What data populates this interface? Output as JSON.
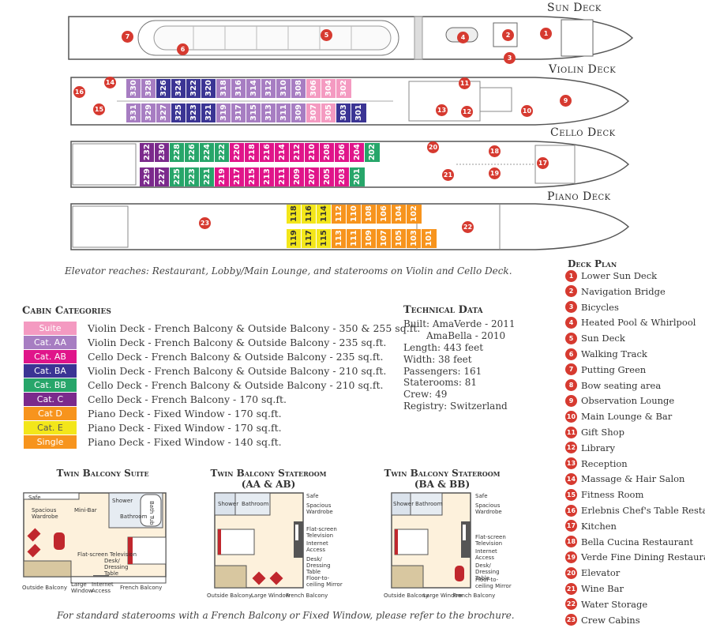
{
  "decks": {
    "sun": "Sun Deck",
    "violin": "Violin Deck",
    "cello": "Cello Deck",
    "piano": "Piano Deck"
  },
  "elevator_note": "Elevator reaches: Restaurant, Lobby/Main Lounge, and staterooms on Violin and Cello Deck.",
  "colors": {
    "suite": "#f49ac1",
    "aa": "#a77dc2",
    "ab": "#e0158a",
    "ba": "#3b3494",
    "bb": "#27a66a",
    "c": "#7b2a8c",
    "d": "#f7941d",
    "e": "#f3e61a",
    "single": "#f7941d",
    "marker": "#d63a30"
  },
  "violin_cabins_top": [
    {
      "n": "330",
      "c": "aa"
    },
    {
      "n": "328",
      "c": "aa"
    },
    {
      "n": "326",
      "c": "ba"
    },
    {
      "n": "324",
      "c": "ba"
    },
    {
      "n": "322",
      "c": "ba"
    },
    {
      "n": "320",
      "c": "ba"
    },
    {
      "n": "318",
      "c": "aa"
    },
    {
      "n": "316",
      "c": "aa"
    },
    {
      "n": "314",
      "c": "aa"
    },
    {
      "n": "312",
      "c": "aa"
    },
    {
      "n": "310",
      "c": "aa"
    },
    {
      "n": "308",
      "c": "aa"
    },
    {
      "n": "306",
      "c": "suite"
    },
    {
      "n": "304",
      "c": "suite"
    },
    {
      "n": "302",
      "c": "suite"
    }
  ],
  "violin_cabins_bottom": [
    {
      "n": "331",
      "c": "aa"
    },
    {
      "n": "329",
      "c": "aa"
    },
    {
      "n": "327",
      "c": "aa"
    },
    {
      "n": "325",
      "c": "ba"
    },
    {
      "n": "323",
      "c": "ba"
    },
    {
      "n": "321",
      "c": "ba"
    },
    {
      "n": "319",
      "c": "aa"
    },
    {
      "n": "317",
      "c": "aa"
    },
    {
      "n": "315",
      "c": "aa"
    },
    {
      "n": "313",
      "c": "aa"
    },
    {
      "n": "311",
      "c": "aa"
    },
    {
      "n": "309",
      "c": "aa"
    },
    {
      "n": "307",
      "c": "suite"
    },
    {
      "n": "305",
      "c": "suite"
    },
    {
      "n": "303",
      "c": "ba"
    },
    {
      "n": "301",
      "c": "ba"
    }
  ],
  "cello_cabins_top": [
    {
      "n": "232",
      "c": "c"
    },
    {
      "n": "230",
      "c": "c"
    },
    {
      "n": "228",
      "c": "bb"
    },
    {
      "n": "226",
      "c": "bb"
    },
    {
      "n": "224",
      "c": "bb"
    },
    {
      "n": "222",
      "c": "bb"
    },
    {
      "n": "220",
      "c": "ab"
    },
    {
      "n": "218",
      "c": "ab"
    },
    {
      "n": "216",
      "c": "ab"
    },
    {
      "n": "214",
      "c": "ab"
    },
    {
      "n": "212",
      "c": "ab"
    },
    {
      "n": "210",
      "c": "ab"
    },
    {
      "n": "208",
      "c": "ab"
    },
    {
      "n": "206",
      "c": "ab"
    },
    {
      "n": "204",
      "c": "ab"
    },
    {
      "n": "202",
      "c": "bb"
    }
  ],
  "cello_cabins_bottom": [
    {
      "n": "229",
      "c": "c"
    },
    {
      "n": "227",
      "c": "c"
    },
    {
      "n": "225",
      "c": "bb"
    },
    {
      "n": "223",
      "c": "bb"
    },
    {
      "n": "221",
      "c": "bb"
    },
    {
      "n": "219",
      "c": "ab"
    },
    {
      "n": "217",
      "c": "ab"
    },
    {
      "n": "215",
      "c": "ab"
    },
    {
      "n": "213",
      "c": "ab"
    },
    {
      "n": "211",
      "c": "ab"
    },
    {
      "n": "209",
      "c": "ab"
    },
    {
      "n": "207",
      "c": "ab"
    },
    {
      "n": "205",
      "c": "ab"
    },
    {
      "n": "203",
      "c": "ab"
    },
    {
      "n": "201",
      "c": "bb"
    }
  ],
  "piano_cabins_top": [
    {
      "n": "118",
      "c": "e"
    },
    {
      "n": "116",
      "c": "e"
    },
    {
      "n": "114",
      "c": "e"
    },
    {
      "n": "112",
      "c": "d"
    },
    {
      "n": "110",
      "c": "d"
    },
    {
      "n": "108",
      "c": "d"
    },
    {
      "n": "106",
      "c": "d"
    },
    {
      "n": "104",
      "c": "d"
    },
    {
      "n": "102",
      "c": "d"
    }
  ],
  "piano_cabins_bottom": [
    {
      "n": "119",
      "c": "e"
    },
    {
      "n": "117",
      "c": "e"
    },
    {
      "n": "115",
      "c": "e"
    },
    {
      "n": "113",
      "c": "d"
    },
    {
      "n": "111",
      "c": "d"
    },
    {
      "n": "109",
      "c": "d"
    },
    {
      "n": "107",
      "c": "d"
    },
    {
      "n": "105",
      "c": "d"
    },
    {
      "n": "103",
      "c": "d"
    },
    {
      "n": "101",
      "c": "d"
    }
  ],
  "cabin_categories": {
    "title": "Cabin Categories",
    "items": [
      {
        "label": "Suite",
        "c": "suite",
        "desc": "Violin Deck - French Balcony & Outside Balcony - 350 & 255 sq.ft."
      },
      {
        "label": "Cat. AA",
        "c": "aa",
        "desc": "Violin Deck - French Balcony & Outside Balcony - 235 sq.ft."
      },
      {
        "label": "Cat. AB",
        "c": "ab",
        "desc": "Cello Deck - French Balcony & Outside Balcony - 235 sq.ft."
      },
      {
        "label": "Cat. BA",
        "c": "ba",
        "desc": "Violin Deck - French Balcony & Outside Balcony - 210 sq.ft."
      },
      {
        "label": "Cat. BB",
        "c": "bb",
        "desc": "Cello Deck - French Balcony & Outside Balcony - 210 sq.ft."
      },
      {
        "label": "Cat. C",
        "c": "c",
        "desc": "Cello Deck - French Balcony - 170 sq.ft."
      },
      {
        "label": "Cat D",
        "c": "d",
        "desc": "Piano Deck - Fixed Window - 170 sq.ft."
      },
      {
        "label": "Cat. E",
        "c": "e",
        "desc": "Piano Deck - Fixed Window - 170 sq.ft."
      },
      {
        "label": "Single",
        "c": "single",
        "desc": "Piano Deck - Fixed Window - 140 sq.ft."
      }
    ]
  },
  "technical": {
    "title": "Technical Data",
    "lines": [
      "Built: AmaVerde - 2011",
      "AmaBella - 2010",
      "Length: 443 feet",
      "Width: 38 feet",
      "Passengers: 161",
      "Staterooms: 81",
      "Crew: 49",
      "Registry: Switzerland"
    ]
  },
  "deck_plan": {
    "title": "Deck Plan",
    "items": [
      "Lower Sun Deck",
      "Navigation Bridge",
      "Bicycles",
      "Heated Pool & Whirlpool",
      "Sun Deck",
      "Walking Track",
      "Putting Green",
      "Bow seating area",
      "Observation Lounge",
      "Main Lounge & Bar",
      "Gift Shop",
      "Library",
      "Reception",
      "Massage & Hair Salon",
      "Fitness Room",
      "Erlebnis Chef's Table Restaurant",
      "Kitchen",
      "Bella Cucina Restaurant",
      "Verde Fine Dining Restaurant",
      "Elevator",
      "Wine Bar",
      "Water Storage",
      "Crew Cabins"
    ]
  },
  "floorplans": {
    "suite": {
      "title": "Twin Balcony Suite",
      "labels": [
        "Safe",
        "Spacious Wardrobe",
        "Mini-Bar",
        "Shower",
        "Bathroom",
        "Bath Tub",
        "Flat-screen Television",
        "Desk/ Dressing Table",
        "Outside Balcony",
        "Large Window",
        "Internet Access",
        "French Balcony"
      ]
    },
    "aaab": {
      "title1": "Twin Balcony Stateroom",
      "title2": "(AA & AB)",
      "labels": [
        "Shower",
        "Bathroom",
        "Safe",
        "Spacious Wardrobe",
        "Flat-screen Television",
        "Internet Access",
        "Desk/ Dressing Table",
        "Floor-to-ceiling Mirror",
        "Outside Balcony",
        "Large Window",
        "French Balcony"
      ]
    },
    "babb": {
      "title1": "Twin Balcony Stateroom",
      "title2": "(BA & BB)",
      "labels": [
        "Shower",
        "Bathroom",
        "Safe",
        "Spacious Wardrobe",
        "Flat-screen Television",
        "Internet Access",
        "Desk/ Dressing Table",
        "Floor-to-ceiling Mirror",
        "Outside Balcony",
        "Large Window",
        "French Balcony"
      ]
    }
  },
  "bottom_note": "For standard staterooms with a French Balcony or Fixed Window, please refer to the brochure.",
  "markers": {
    "sun": [
      "1",
      "2",
      "3",
      "4",
      "5",
      "6",
      "7"
    ],
    "violin": [
      "9",
      "10",
      "11",
      "12",
      "13",
      "14",
      "15",
      "16"
    ],
    "cello": [
      "17",
      "18",
      "19",
      "20",
      "21"
    ],
    "piano": [
      "22",
      "23"
    ]
  }
}
